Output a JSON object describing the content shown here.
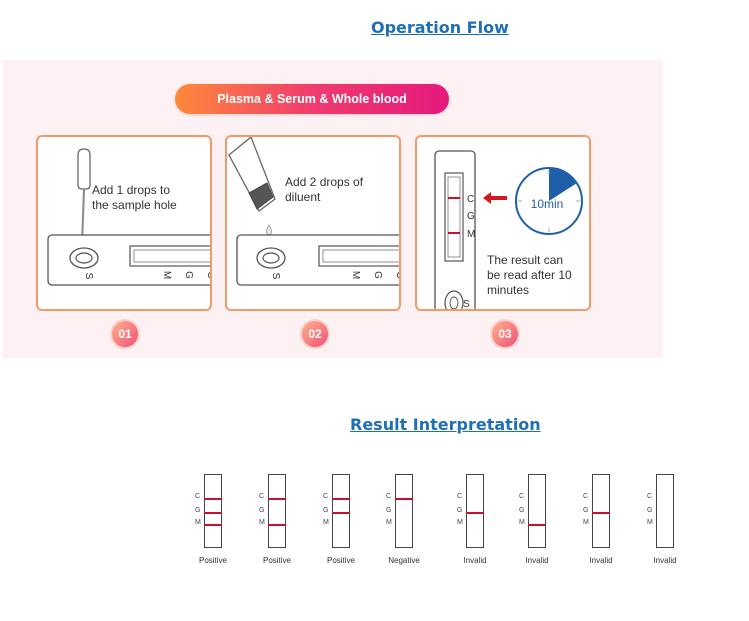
{
  "headings": {
    "operation_flow": "Operation Flow",
    "result_interpretation": "Result Interpretation"
  },
  "banner": "Plasma & Serum & Whole blood",
  "steps": [
    {
      "badge": "01",
      "text": "Add 1 drops to\nthe sample hole"
    },
    {
      "badge": "02",
      "text": "Add 2 drops of\ndiluent"
    },
    {
      "badge": "03",
      "text": "The result can\nbe read after 10\nminutes",
      "timer": "10min"
    }
  ],
  "cassette_labels": {
    "s": "S",
    "c": "C",
    "g": "G",
    "m": "M"
  },
  "colors": {
    "accent_blue": "#1f6fb5",
    "line_red": "#c8102e",
    "gradient_start": "#ff8a3a",
    "gradient_end": "#e5197c",
    "timer_fill": "#1f5fa8"
  },
  "results": [
    {
      "label": "Positive",
      "lines": [
        "C",
        "G",
        "M"
      ]
    },
    {
      "label": "Positive",
      "lines": [
        "C",
        "M"
      ]
    },
    {
      "label": "Positive",
      "lines": [
        "C",
        "G"
      ]
    },
    {
      "label": "Negative",
      "lines": [
        "C"
      ]
    },
    {
      "label": "Invalid",
      "lines": [
        "G"
      ]
    },
    {
      "label": "Invalid",
      "lines": [
        "M"
      ]
    },
    {
      "label": "Invalid",
      "lines": [
        "G"
      ]
    },
    {
      "label": "Invalid",
      "lines": []
    }
  ]
}
